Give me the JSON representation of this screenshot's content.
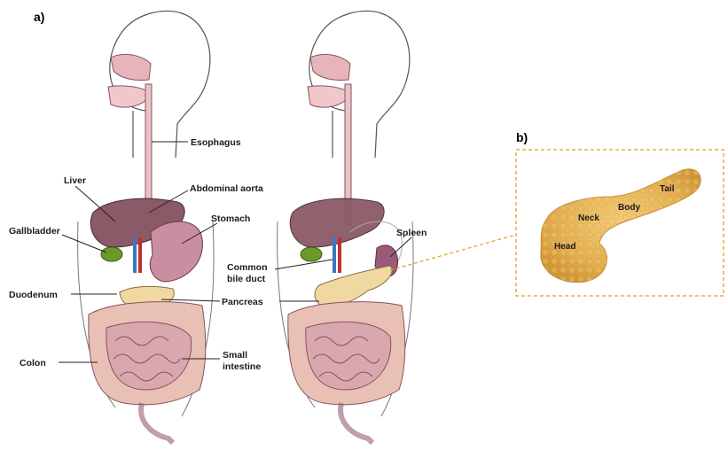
{
  "panels": {
    "a": "a)",
    "b": "b)"
  },
  "labels": {
    "esophagus": "Esophagus",
    "liver": "Liver",
    "abdominal_aorta": "Abdominal aorta",
    "gallbladder": "Gallbladder",
    "stomach": "Stomach",
    "duodenum": "Duodenum",
    "pancreas": "Pancreas",
    "colon": "Colon",
    "small_intestine_1": "Small",
    "small_intestine_2": "intestine",
    "spleen": "Spleen",
    "common_bile_duct_1": "Common",
    "common_bile_duct_2": "bile duct"
  },
  "pancreas_parts": {
    "tail": "Tail",
    "body": "Body",
    "neck": "Neck",
    "head": "Head"
  },
  "colors": {
    "skin_outline": "#555555",
    "nasal": "#e8b4bc",
    "esophagus": "#e9c3c8",
    "liver": "#8a5a66",
    "stomach": "#c98fa0",
    "gallbladder": "#6a9a2a",
    "pancreas": "#f0d9a0",
    "intestine": "#d8a8ae",
    "colon": "#e8c0b4",
    "spleen": "#9a5a78",
    "vessel_red": "#c03030",
    "vessel_blue": "#3a78c0",
    "highlight_box": "#e0a020",
    "pancreas_gland": "#e7b65a"
  }
}
